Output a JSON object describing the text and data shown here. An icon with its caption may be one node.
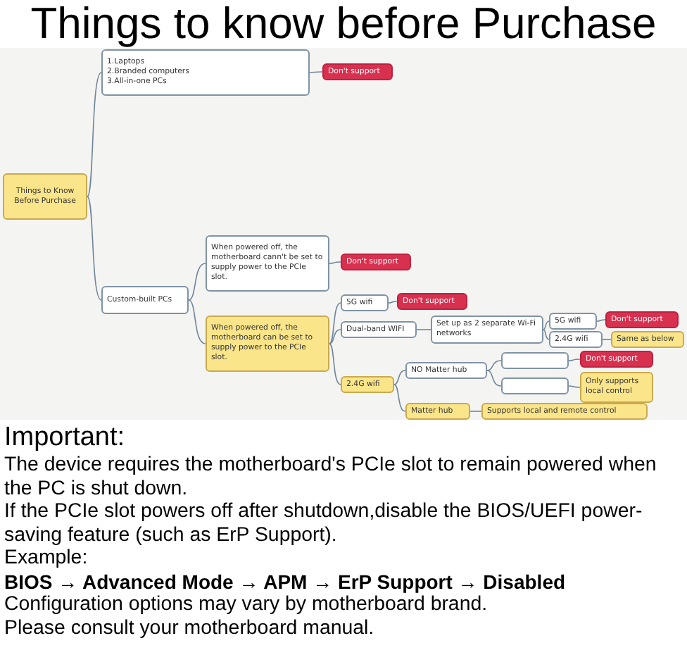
{
  "diagram": {
    "title": "Things to know before Purchase",
    "nodes": [
      {
        "text": [
          "Things to Know Before Purchase"
        ]
      },
      {
        "text": [
          "1.Laptops",
          "2.Branded computers",
          "3.All-in-one PCs"
        ]
      },
      {
        "text": [
          "Don't support"
        ]
      },
      {
        "text": [
          "Custom-built PCs"
        ]
      },
      {
        "text": [
          "When powered off, the motherboard cann't be set to supply power to the PCIe slot."
        ]
      },
      {
        "text": [
          "Don't support"
        ]
      },
      {
        "text": [
          "When powered off, the motherboard can be set to supply power to the PCIe slot."
        ]
      },
      {
        "text": [
          "5G wifi"
        ]
      },
      {
        "text": [
          "Don't support"
        ]
      },
      {
        "text": [
          "Dual-band WIFI"
        ]
      },
      {
        "text": [
          "Set up as 2 separate Wi-Fi networks"
        ]
      },
      {
        "text": [
          "5G wifi"
        ]
      },
      {
        "text": [
          "Don't support"
        ]
      },
      {
        "text": [
          "2.4G wifi"
        ]
      },
      {
        "text": [
          "Same as below"
        ]
      },
      {
        "text": [
          "2.4G wifi"
        ]
      },
      {
        "text": [
          "NO Matter hub"
        ]
      },
      {
        "text": [
          "Matter hub"
        ]
      },
      {
        "text": [],
        "shape": "box"
      },
      {
        "text": [],
        "shape": "box"
      },
      {
        "text": [
          "Don't support"
        ]
      },
      {
        "text": [
          "Only supports local control"
        ]
      },
      {
        "text": [
          "Supports local and remote control"
        ]
      }
    ],
    "edges": [
      {
        "from": 0,
        "to": 1,
        "arrow": "none"
      },
      {
        "from": 0,
        "to": 3,
        "arrow": "none"
      },
      {
        "from": 1,
        "to": 2,
        "arrow": "none"
      },
      {
        "from": 3,
        "to": 4,
        "arrow": "none"
      },
      {
        "from": 3,
        "to": 6,
        "arrow": "none"
      },
      {
        "from": 4,
        "to": 5,
        "arrow": "none"
      },
      {
        "from": 6,
        "to": 7,
        "arrow": "none"
      },
      {
        "from": 6,
        "to": 9,
        "arrow": "none"
      },
      {
        "from": 6,
        "to": 15,
        "arrow": "none"
      },
      {
        "from": 7,
        "to": 8,
        "arrow": "none"
      },
      {
        "from": 9,
        "to": 10,
        "arrow": "none"
      },
      {
        "from": 10,
        "to": 11,
        "arrow": "none"
      },
      {
        "from": 10,
        "to": 13,
        "arrow": "none"
      },
      {
        "from": 11,
        "to": 12,
        "arrow": "none"
      },
      {
        "from": 13,
        "to": 14,
        "arrow": "none"
      },
      {
        "from": 15,
        "to": 16,
        "arrow": "none"
      },
      {
        "from": 15,
        "to": 17,
        "arrow": "none"
      },
      {
        "from": 16,
        "to": 18,
        "arrow": "none"
      },
      {
        "from": 16,
        "to": 19,
        "arrow": "none"
      },
      {
        "from": 18,
        "to": 20,
        "arrow": "none"
      },
      {
        "from": 19,
        "to": 21,
        "arrow": "none"
      },
      {
        "from": 17,
        "to": 22,
        "arrow": "none"
      }
    ],
    "labels": [
      "Important:",
      "The device requires the motherboard's PCIe slot to remain powered when the PC is shut down.",
      "If the PCIe slot powers off after shutdown,disable the BIOS/UEFI power-saving feature (such as ErP Support).",
      "Example:",
      "BIOS → Advanced Mode → APM → ErP Support → Disabled",
      "Configuration options may vary by motherboard brand.",
      "Please consult your motherboard manual."
    ]
  }
}
